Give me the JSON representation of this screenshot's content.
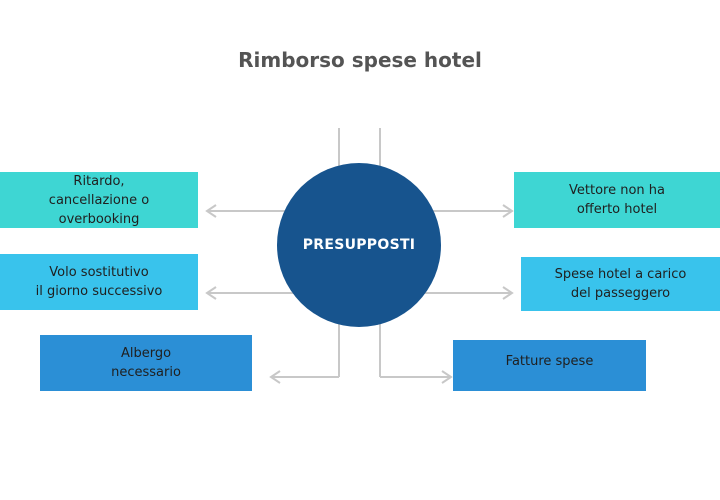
{
  "title": "Rimborso spese hotel",
  "center": "PRESUPPOSTI",
  "left_boxes": [
    "Ritardo,\ncancellazione o\noverbooking",
    "Volo sostitutivo\nil giorno successivo",
    "Albergo\nnecessario"
  ],
  "right_boxes": [
    "Vettore non ha\nofferto hotel",
    "Spese hotel a carico\ndel passeggero",
    "Fatture spese"
  ],
  "colors": {
    "title": "#545454",
    "circle": "#17548e",
    "box_teal": "#3ed6d3",
    "box_sky": "#39c3ec",
    "box_blue": "#2b8fd6",
    "connector": "#c8c8c8"
  }
}
